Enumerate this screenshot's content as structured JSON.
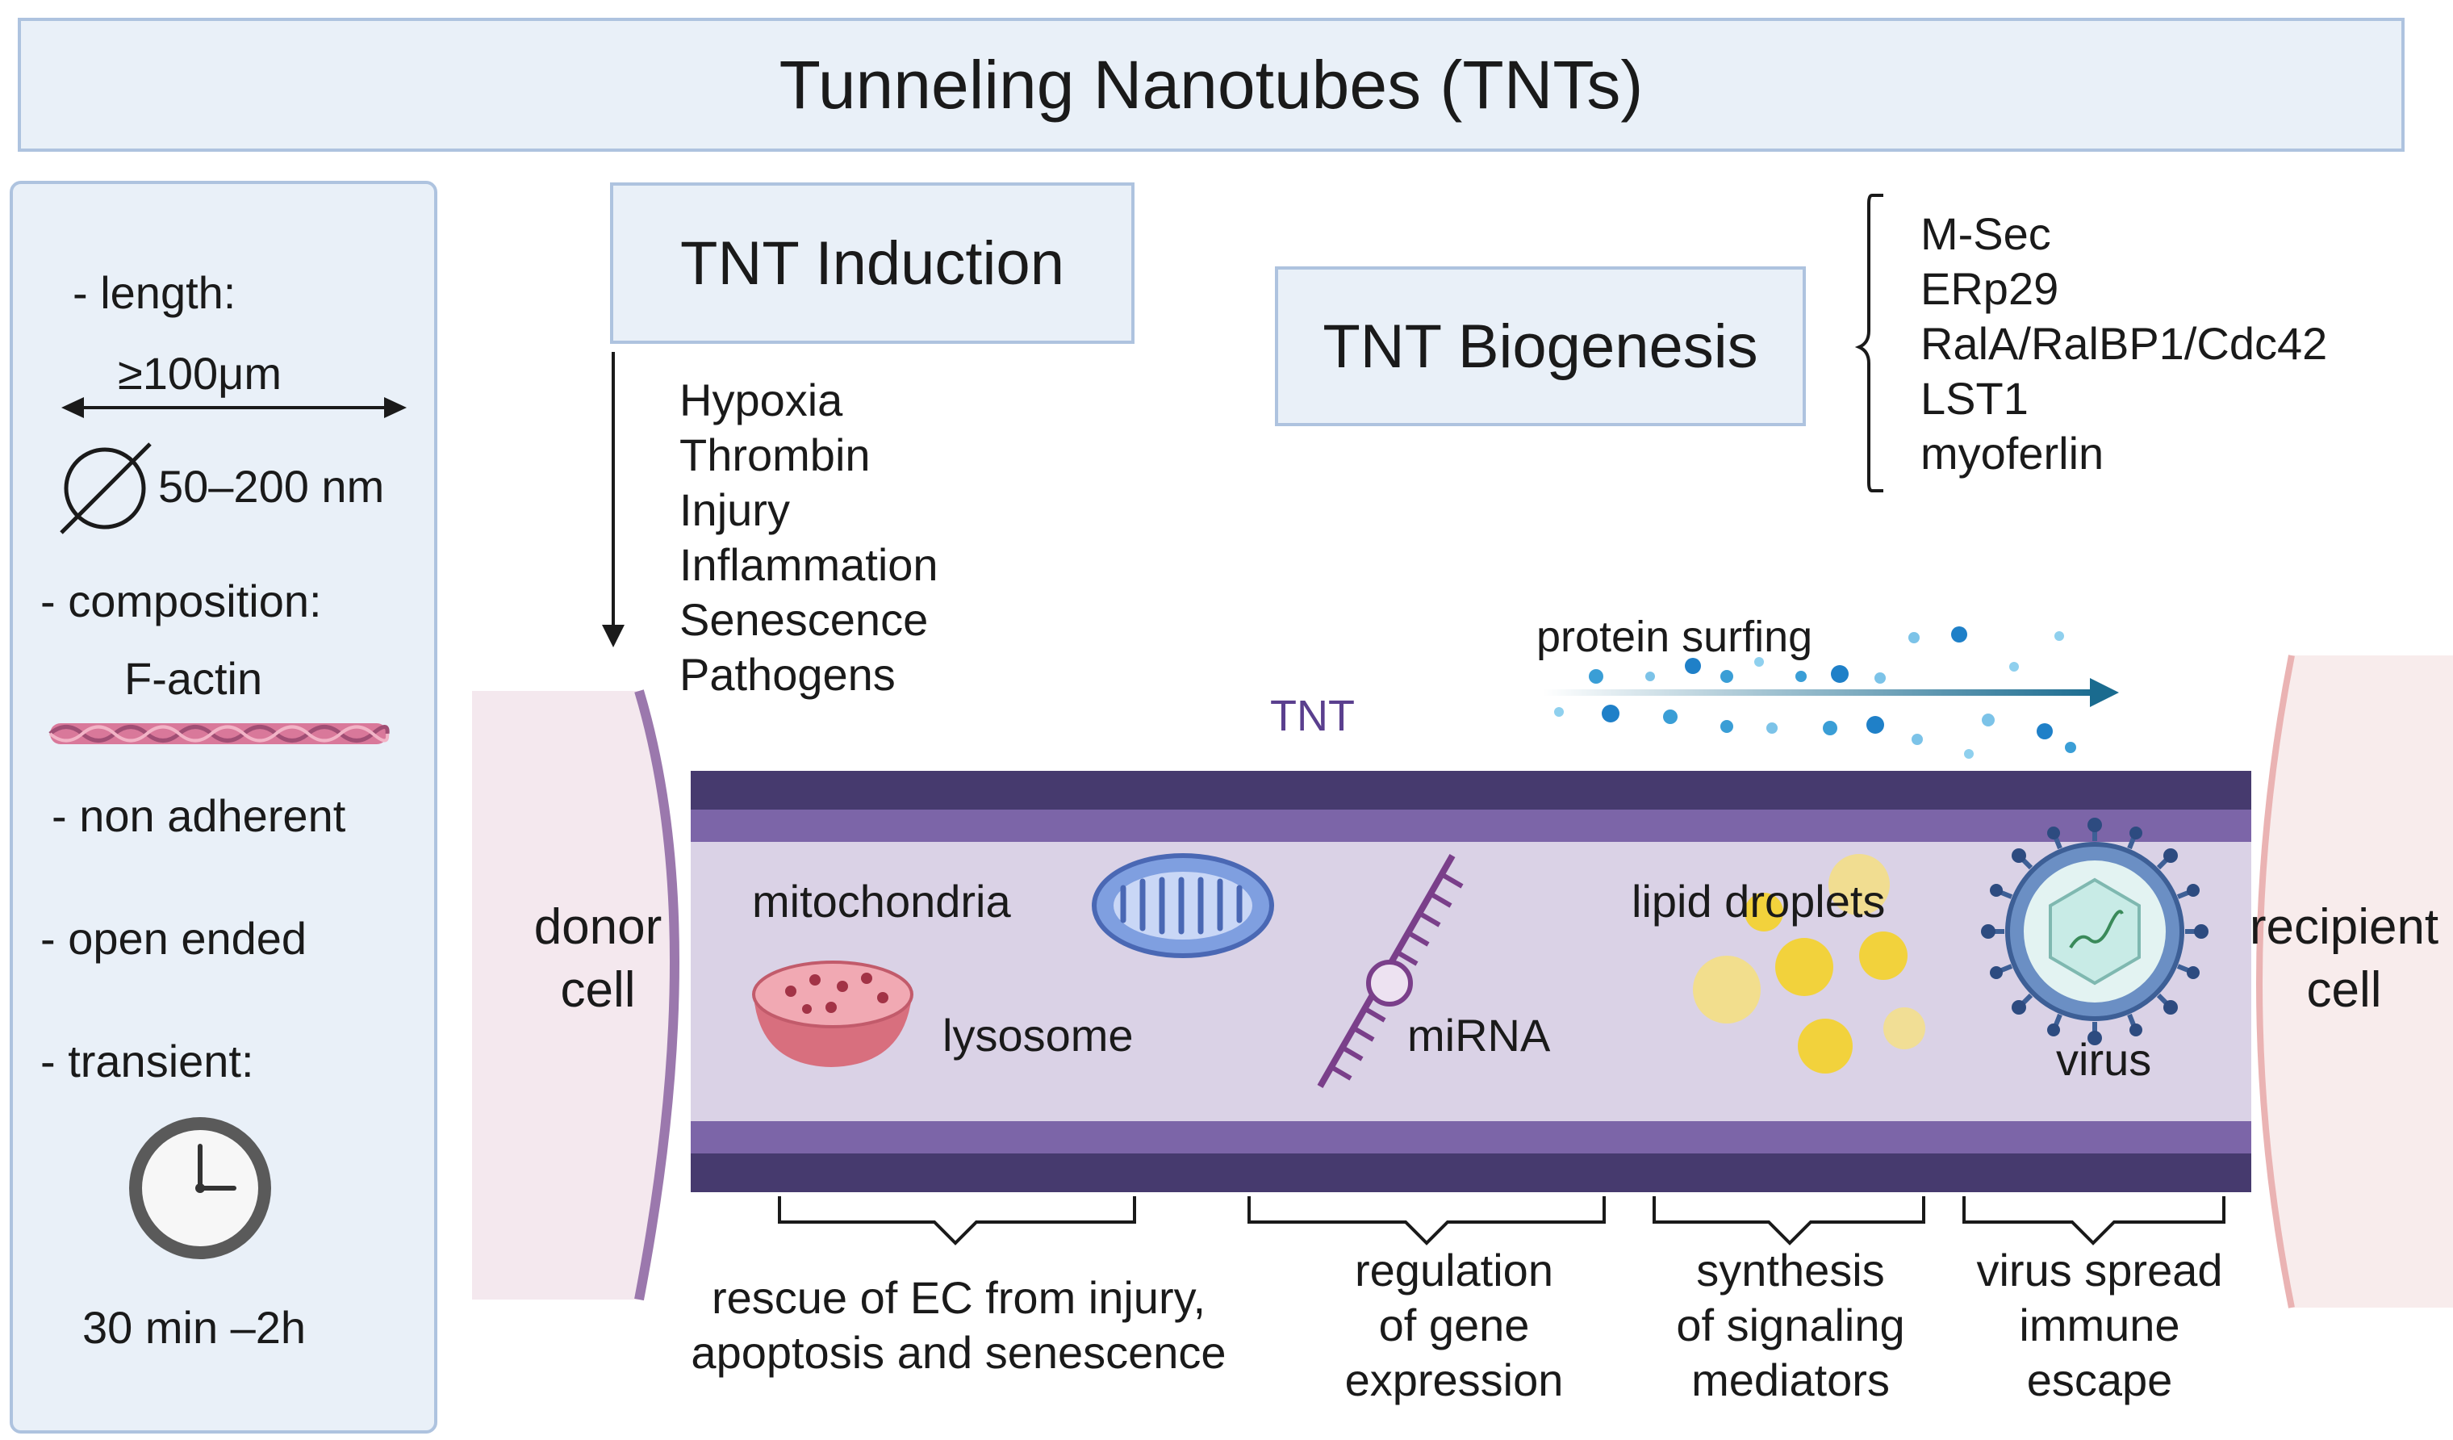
{
  "title": "Tunneling Nanotubes (TNTs)",
  "properties": {
    "length_label": "- length:",
    "length_value": "≥100μm",
    "diameter_value": "50–200 nm",
    "composition_label": "- composition:",
    "composition_value": "F-actin",
    "non_adherent": "- non adherent",
    "open_ended": "- open ended",
    "transient_label": "- transient:",
    "transient_value": "30 min –2h"
  },
  "induction": {
    "title": "TNT Induction",
    "factors": [
      "Hypoxia",
      "Thrombin",
      "Injury",
      "Inflammation",
      "Senescence",
      "Pathogens"
    ]
  },
  "biogenesis": {
    "title": "TNT Biogenesis",
    "factors": [
      "M-Sec",
      "ERp29",
      "RalA/RalBP1/Cdc42",
      "LST1",
      "myoferlin"
    ]
  },
  "tube": {
    "label": "TNT",
    "protein_surfing": "protein surfing",
    "donor_cell": [
      "donor",
      "cell"
    ],
    "recipient_cell": [
      "recipient",
      "cell"
    ]
  },
  "cargo": {
    "mitochondria": "mitochondria",
    "lysosome": "lysosome",
    "mirna": "miRNA",
    "lipid_droplets": "lipid droplets",
    "virus": "virus"
  },
  "functions": [
    [
      "rescue  of EC from injury,",
      "apoptosis and senescence"
    ],
    [
      "regulation",
      "of  gene",
      "expression"
    ],
    [
      "synthesis",
      "of signaling",
      "mediators"
    ],
    [
      "virus spread",
      "immune",
      "escape"
    ]
  ],
  "colors": {
    "box_fill": "#e9f0f8",
    "box_border": "#aec3df",
    "tube_dark": "#463a6e",
    "tube_mid": "#7c65a8",
    "tube_lumen": "#dad2e6",
    "tnt_label": "#5a3f8e",
    "surfing_arrow": "#1a6b8f",
    "lysosome": "#d86f7e",
    "mitochondria": "#6f8fd6",
    "mirna": "#7a3f8a",
    "lipid": "#f2d23c",
    "virus": "#3d5f96"
  },
  "icons": [
    "double-arrow-icon",
    "diameter-icon",
    "f-actin-icon",
    "clock-icon",
    "down-arrow-icon",
    "bracket-icon",
    "mitochondria-icon",
    "lysosome-icon",
    "mirna-icon",
    "lipid-droplets-icon",
    "virus-icon",
    "particles-icon",
    "surfing-arrow-icon"
  ]
}
